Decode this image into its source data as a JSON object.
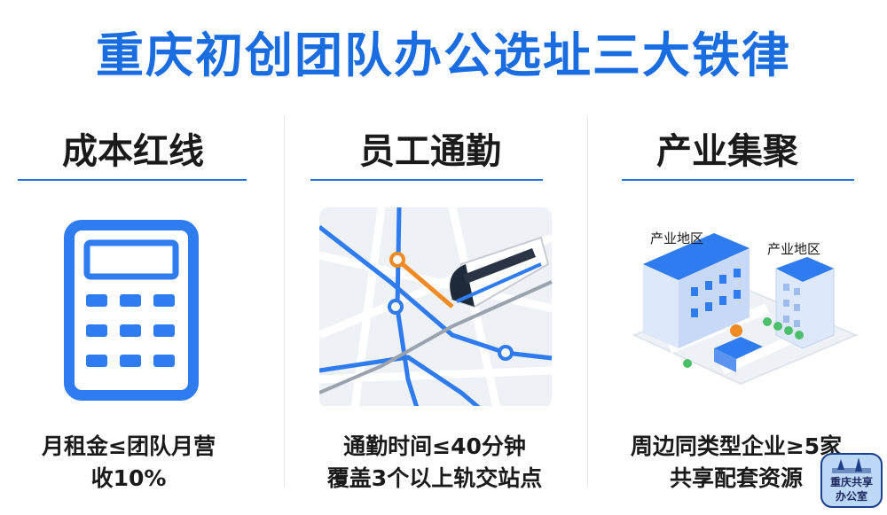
{
  "title": "重庆初创团队办公选址三大铁律",
  "columns": [
    {
      "heading": "成本红线",
      "icon": "calculator-icon",
      "caption_lines": [
        "月租金≤团队月营",
        "收10%"
      ]
    },
    {
      "heading": "员工通勤",
      "icon": "metro-map-icon",
      "caption_lines": [
        "通勤时间≤40分钟",
        "覆盖3个以上轨交站点"
      ]
    },
    {
      "heading": "产业集聚",
      "icon": "industrial-park-icon",
      "labels": [
        "产业地区",
        "产业地区"
      ],
      "caption_lines": [
        "周边同类型企业≥5家",
        "共享配套资源"
      ]
    }
  ],
  "badge": {
    "line1": "重庆共享",
    "line2": "办公室"
  },
  "colors": {
    "accent": "#1a6de0",
    "rule": "#2a74e0",
    "text": "#1a1a1a",
    "orange": "#f08a24"
  }
}
